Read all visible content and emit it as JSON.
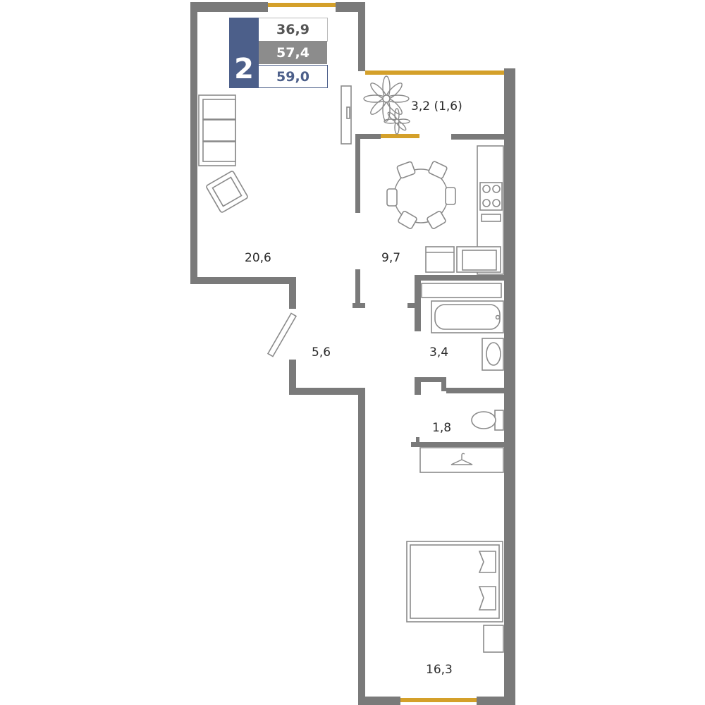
{
  "badge": {
    "rooms": "2",
    "living_area": "36,9",
    "total_area": "57,4",
    "total_with_balcony": "59,0"
  },
  "rooms": {
    "living_room": "20,6",
    "kitchen": "9,7",
    "balcony": "3,2 (1,6)",
    "hallway": "5,6",
    "bathroom": "3,4",
    "toilet": "1,8",
    "bedroom": "16,3"
  },
  "colors": {
    "wall": "#7a7a7a",
    "window": "#d4a02a",
    "badge_blue": "#4c5f8a",
    "badge_gray": "#8c8c8c"
  }
}
